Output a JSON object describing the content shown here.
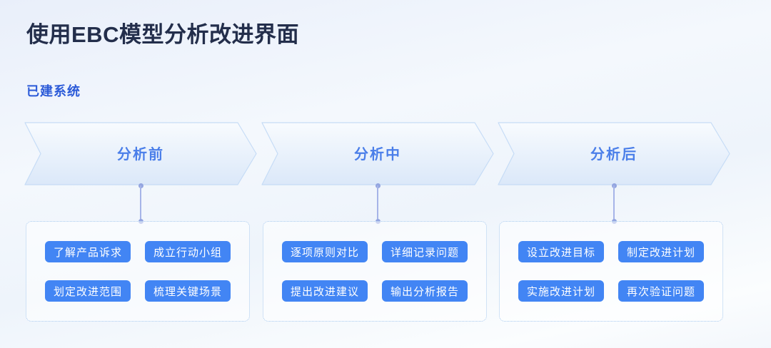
{
  "page": {
    "title": "使用EBC模型分析改进界面",
    "subtitle": "已建系统"
  },
  "stages": [
    {
      "label": "分析前",
      "tasks": [
        "了解产品诉求",
        "成立行动小组",
        "划定改进范围",
        "梳理关键场景"
      ]
    },
    {
      "label": "分析中",
      "tasks": [
        "逐项原则对比",
        "详细记录问题",
        "提出改进建议",
        "输出分析报告"
      ]
    },
    {
      "label": "分析后",
      "tasks": [
        "设立改进目标",
        "制定改进计划",
        "实施改进计划",
        "再次验证问题"
      ]
    }
  ],
  "colors": {
    "title_navy": "#232e4b",
    "subtitle_blue": "#2b5ad8",
    "stage_label_blue": "#4a7ee9",
    "chip_blue": "#4285f4",
    "connector_blue": "#93a5e0",
    "arrow_border": "#c6dcf6",
    "dotted_border": "#a6c9ef"
  }
}
